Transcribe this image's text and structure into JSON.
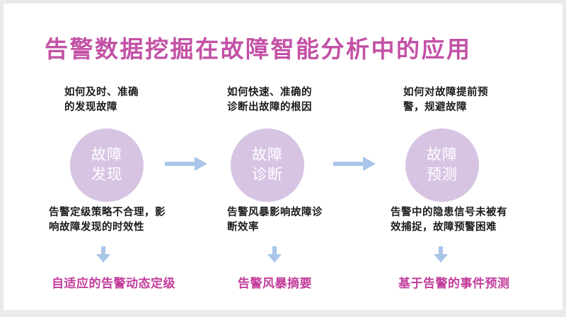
{
  "slide": {
    "title": "告警数据挖掘在故障智能分析中的应用",
    "colors": {
      "title_pink": "#c351a5",
      "solution_pink": "#c23e9b",
      "circle_fill": "#d7c4e3",
      "circle_text": "#ffffff",
      "arrow_blue": "#a9c5e8",
      "text_black": "#1c1c1c",
      "background_gray": "#eaeaea",
      "slide_white": "#ffffff"
    },
    "columns": [
      {
        "question": "如何及时、准确\n的发现故障",
        "stage": "故障\n发现",
        "problem": "告警定级策略不合理，影\n响故障发现的时效性",
        "solution": "自适应的告警动态定级"
      },
      {
        "question": "如何快速、准确的\n诊断出故障的根因",
        "stage": "故障\n诊断",
        "problem": "告警风暴影响故障诊\n断效率",
        "solution": "告警风暴摘要"
      },
      {
        "question": "如何对故障提前预\n警，规避故障",
        "stage": "故障\n预测",
        "problem": "告警中的隐患信号未被有\n效捕捉，故障预警困难",
        "solution": "基于告警的事件预测"
      }
    ]
  }
}
